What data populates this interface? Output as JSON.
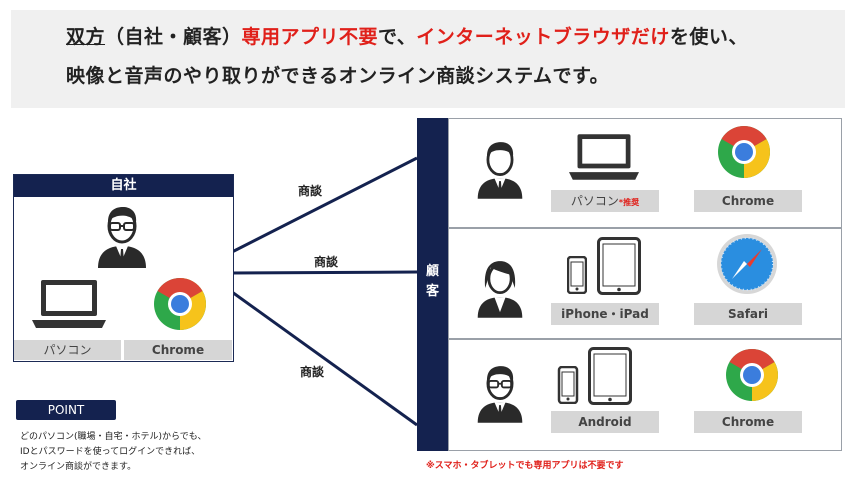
{
  "header": {
    "line1_prefix": "双方",
    "line1_paren": "（自社・顧客）",
    "line1_red1": "専用アプリ不要",
    "line1_mid": "で、",
    "line1_red2": "インターネットブラウザだけ",
    "line1_suffix": "を使い、",
    "line2": "映像と音声のやり取りができるオンライン商談システムです。"
  },
  "self": {
    "title": "自社",
    "pc_label": "パソコン",
    "browser_label": "Chrome"
  },
  "connections": {
    "top": "商談",
    "middle": "商談",
    "bottom": "商談"
  },
  "customer": {
    "title_top": "顧",
    "title_bottom": "客",
    "rows": [
      {
        "device_label": "パソコン",
        "recommend": "*推奨",
        "browser_label": "Chrome"
      },
      {
        "device_label": "iPhone・iPad",
        "browser_label": "Safari"
      },
      {
        "device_label": "Android",
        "browser_label": "Chrome"
      }
    ]
  },
  "point": {
    "badge": "POINT",
    "line1": "どのパソコン(職場・自宅・ホテル)からでも、",
    "line2": "IDとパスワードを使ってログインできれば、",
    "line3": "オンライン商談ができます。"
  },
  "note": "※スマホ・タブレットでも専用アプリは不要です",
  "colors": {
    "navy": "#14224f",
    "red": "#e0201a",
    "label_gray": "#d6d6d6"
  }
}
